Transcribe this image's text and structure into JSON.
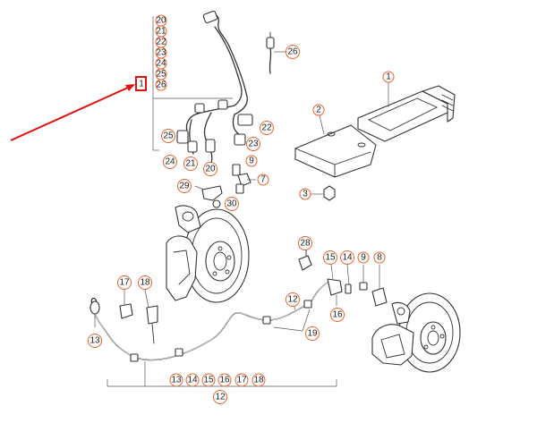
{
  "callouts": {
    "c20a": "20",
    "c21a": "21",
    "c22a": "22",
    "c23a": "23",
    "c24a": "24",
    "c25a": "25",
    "c26a": "26",
    "c1a": "1",
    "c1b": "1",
    "c2": "2",
    "c3": "3",
    "c26b": "26",
    "c22b": "22",
    "c25b": "25",
    "c23b": "23",
    "c24b": "24",
    "c21b": "21",
    "c20b": "20",
    "c9a": "9",
    "c7a": "7",
    "c29": "29",
    "c30": "30",
    "c28": "28",
    "c15a": "15",
    "c14a": "14",
    "c9b": "9",
    "c8": "8",
    "c16a": "16",
    "c12a": "12",
    "c19": "19",
    "c17a": "17",
    "c18a": "18",
    "c13a": "13",
    "c13b": "13",
    "c14b": "14",
    "c15b": "15",
    "c16b": "16",
    "c17b": "17",
    "c18b": "18",
    "c12b": "12"
  },
  "colors": {
    "callout_ring": "#e8622c",
    "highlight_arrow": "#e01010",
    "line": "#333333"
  }
}
